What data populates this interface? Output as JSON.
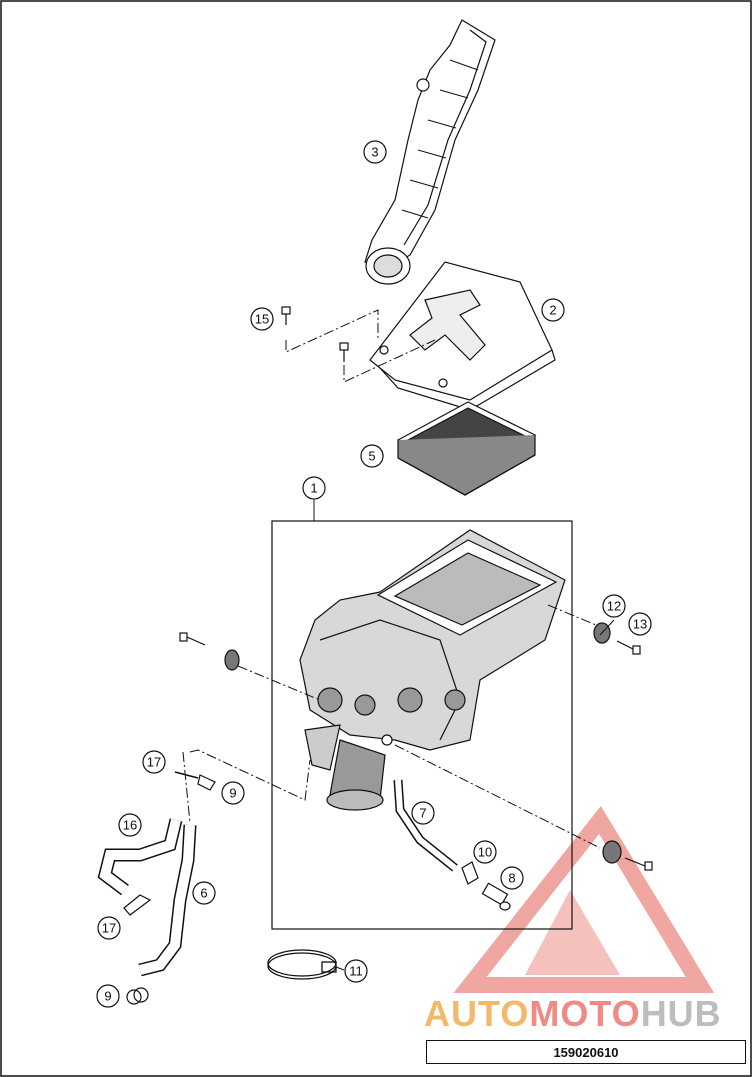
{
  "diagram": {
    "callouts": [
      "1",
      "2",
      "3",
      "5",
      "6",
      "7",
      "8",
      "9",
      "9",
      "10",
      "11",
      "12",
      "13",
      "15",
      "16",
      "17",
      "17"
    ],
    "reference_number": "159020610"
  },
  "watermark": {
    "part_a": "AUTO",
    "part_b": "MOTO",
    "part_c": "HUB",
    "colors": {
      "auto": "#f2b96a",
      "moto": "#ef8a84",
      "hub": "#bdbdbd"
    }
  }
}
